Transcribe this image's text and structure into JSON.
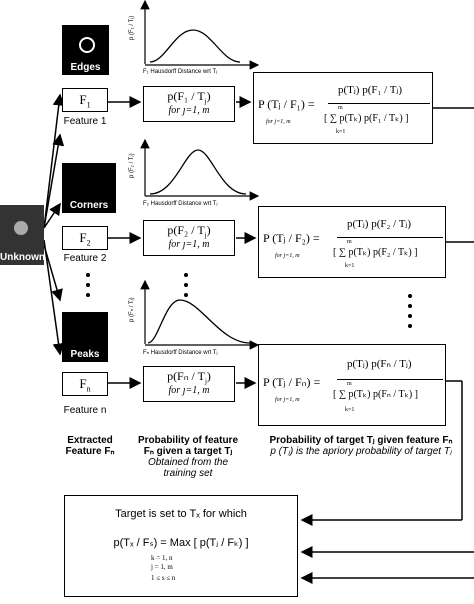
{
  "inputs": {
    "unknown_label": "Unknown"
  },
  "rows": [
    {
      "thumb_label": "Edges",
      "feature_box": "F",
      "feature_sub": "1",
      "feature_caption": "Feature 1",
      "prob_box": "p(F₁ / T",
      "prob_sub": "for ȷ=1, m",
      "graph_ylabel": "p (F₁ / Tⱼ)",
      "graph_xlabel": "F₁ Hausdorff Distance wrt Tⱼ",
      "bayes_lhs": "P (Tⱼ / F₁) =",
      "bayes_num": "p(Tⱼ) p(F₁ / Tⱼ)",
      "bayes_den": "[ ∑ p(Tₖ) p(F₁ / Tₖ) ]",
      "bayes_m": "m",
      "bayes_k": "k=1",
      "bayes_for": "for j=1, m"
    },
    {
      "thumb_label": "Corners",
      "feature_box": "F",
      "feature_sub": "2",
      "feature_caption": "Feature 2",
      "prob_box": "p(F₂ / T",
      "prob_sub": "for ȷ=1, m",
      "graph_ylabel": "p (F₂ / Tⱼ)",
      "graph_xlabel": "F₂ Hausdorff Distance wrt Tⱼ",
      "bayes_lhs": "P (Tⱼ / F₂) =",
      "bayes_num": "p(Tⱼ) p(F₂ / Tⱼ)",
      "bayes_den": "[ ∑ p(Tₖ) p(F₂ / Tₖ) ]",
      "bayes_m": "m",
      "bayes_k": "k=1",
      "bayes_for": "for j=1, m"
    },
    {
      "thumb_label": "Peaks",
      "feature_box": "F",
      "feature_sub": "n",
      "feature_caption": "Feature n",
      "prob_box": "p(Fₙ / T",
      "prob_sub": "for ȷ=1, m",
      "graph_ylabel": "p (Fₙ / Tⱼ)",
      "graph_xlabel": "Fₙ Hausdorff Distance wrt Tⱼ",
      "bayes_lhs": "P (Tⱼ / Fₙ) =",
      "bayes_num": "p(Tⱼ) p(Fₙ / Tⱼ)",
      "bayes_den": "[ ∑ p(Tₖ) p(Fₙ / Tₖ) ]",
      "bayes_m": "m",
      "bayes_k": "k=1",
      "bayes_for": "for j=1, m"
    }
  ],
  "captions": {
    "extracted_1": "Extracted",
    "extracted_2": "Feature Fₙ",
    "prob_feature_1": "Probability of feature",
    "prob_feature_2": "Fₙ given a target Tⱼ",
    "prob_feature_3": "Obtained from the",
    "prob_feature_4": "training set",
    "prob_target_1": "Probability of target Tⱼ given feature Fₙ",
    "prob_target_2": "p (Tⱼ) is the apriory probability of target Tⱼ"
  },
  "decision": {
    "line1": "Target is set to Tₓ for which",
    "line2": "p(Tₓ / Fₛ) = Max  [ p(Tⱼ / Fₖ) ]",
    "cond1": "k = 1, n",
    "cond2": "j = 1, m",
    "cond3": "1 ≤ s ≤ n"
  }
}
